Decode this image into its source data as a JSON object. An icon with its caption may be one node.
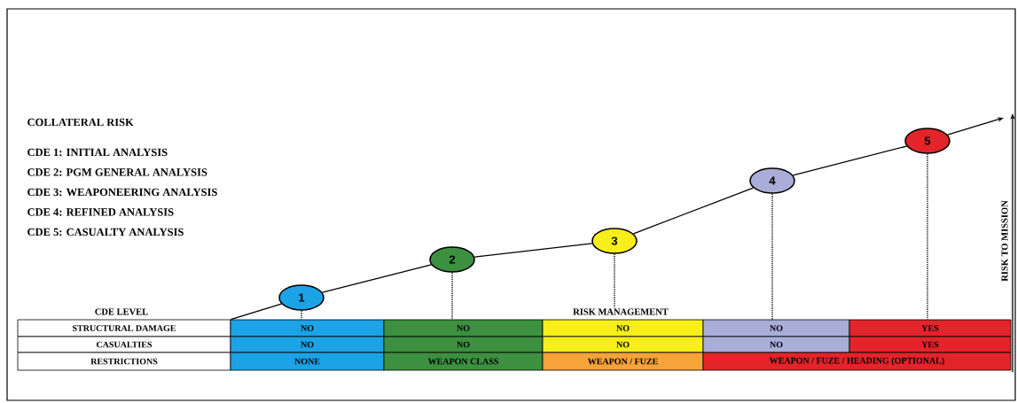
{
  "diagram": {
    "nodes": [
      {
        "text": [
          "1"
        ]
      },
      {
        "text": [
          "2"
        ]
      },
      {
        "text": [
          "3"
        ]
      },
      {
        "text": [
          "4"
        ]
      },
      {
        "text": [
          "5"
        ]
      },
      {
        "text": [
          "STRUCTURAL DAMAGE"
        ]
      },
      {
        "text": [
          "NO"
        ]
      },
      {
        "text": [
          "NO"
        ]
      },
      {
        "text": [
          "NO"
        ]
      },
      {
        "text": [
          "NO"
        ]
      },
      {
        "text": [
          "YES"
        ]
      },
      {
        "text": [
          "RISK MANAGEMENT"
        ]
      }
    ],
    "edges": [
      {
        "from": 5,
        "to": 0,
        "arrow": "none"
      },
      {
        "from": 0,
        "to": 1,
        "arrow": "none"
      },
      {
        "from": 1,
        "to": 2,
        "arrow": "none"
      },
      {
        "from": 2,
        "to": 3,
        "arrow": "none"
      },
      {
        "from": 3,
        "to": 4,
        "arrow": "none"
      },
      {
        "from": 4,
        "to": null,
        "arrow": "to"
      },
      {
        "from": 0,
        "to": 6,
        "arrow": "none",
        "style": "dashed"
      },
      {
        "from": 1,
        "to": 7,
        "arrow": "none",
        "style": "dashed"
      },
      {
        "from": 2,
        "to": 11,
        "arrow": "none",
        "style": "dashed"
      },
      {
        "from": 3,
        "to": 9,
        "arrow": "none",
        "style": "dashed"
      },
      {
        "from": 4,
        "to": 10,
        "arrow": "none",
        "style": "dashed"
      }
    ],
    "labels": [
      "COLLATERAL RISK",
      "CDE 1: INITIAL ANALYSIS",
      "CDE 2: PGM GENERAL ANALYSIS",
      "CDE 3: WEAPONEERING ANALYSIS",
      "CDE 4: REFINED ANALYSIS",
      "CDE 5: CASUALTY ANALYSIS",
      "CDE LEVEL",
      "RISK TO MISSION",
      "CASUALTIES",
      "NO",
      "NO",
      "NO",
      "NO",
      "YES",
      "RESTRICTIONS",
      "NONE",
      "WEAPON CLASS",
      "WEAPON / FUZE",
      "WEAPON / FUZE / HEADING (OPTIONAL)"
    ]
  }
}
